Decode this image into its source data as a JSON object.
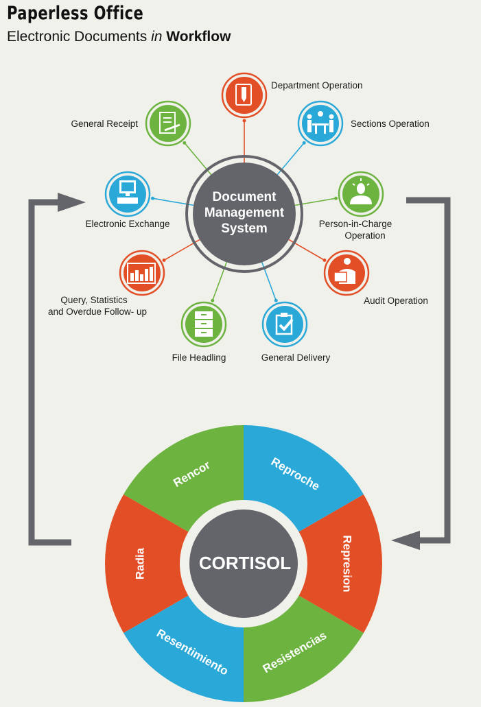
{
  "header": {
    "title": "Paperless Office",
    "subtitle_part1": "Electronic Documents",
    "subtitle_part2": "in",
    "subtitle_part3": "Workflow"
  },
  "hub": {
    "line1": "Document",
    "line2": "Management",
    "line3": "System"
  },
  "satellites": [
    {
      "label": "Department Operation",
      "icon": "notebook-pencil-icon",
      "color": "#e24f26"
    },
    {
      "label": "General Receipt",
      "icon": "document-pen-icon",
      "color": "#6db33f"
    },
    {
      "label": "Sections Operation",
      "icon": "meeting-icon",
      "color": "#2aa8d8"
    },
    {
      "label": "Electronic Exchange",
      "icon": "computer-icon",
      "color": "#2aa8d8"
    },
    {
      "label_line1": "Person-in-Charge",
      "label_line2": "Operation",
      "icon": "lightbulb-person-icon",
      "color": "#6db33f"
    },
    {
      "label_line1": "Query, Statistics",
      "label_line2": "and Overdue Follow- up",
      "icon": "bar-chart-icon",
      "color": "#e24f26"
    },
    {
      "label": "Audit Operation",
      "icon": "person-reading-icon",
      "color": "#e24f26"
    },
    {
      "label": "File Headling",
      "icon": "file-cabinet-icon",
      "color": "#6db33f"
    },
    {
      "label": "General Delivery",
      "icon": "clipboard-check-icon",
      "color": "#2aa8d8"
    }
  ],
  "wheel": {
    "center": "CORTISOL",
    "segments": [
      "Reproche",
      "Represion",
      "Resistencias",
      "Resentimiento",
      "Radia",
      "Rencor"
    ]
  },
  "colors": {
    "green": "#6db33f",
    "blue": "#2aa8d8",
    "red": "#e24f26",
    "gray": "#63656a",
    "background": "#f1f1ec"
  }
}
